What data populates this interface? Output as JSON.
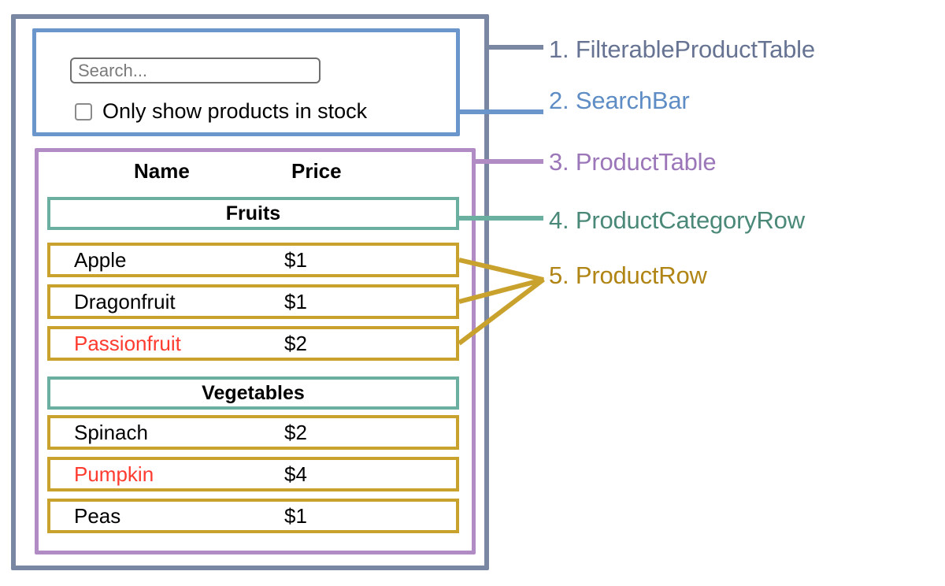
{
  "diagram": {
    "title": "React component hierarchy annotation diagram",
    "colors": {
      "filterable_product_table": "#7A87A3",
      "search_bar": "#6A96CC",
      "product_table": "#B08BC4",
      "product_category_row": "#6BAFA0",
      "product_row": "#C9A22E",
      "out_of_stock_text": "#FF3B30"
    }
  },
  "search_bar": {
    "search_placeholder": "Search...",
    "checkbox_label": "Only show products in stock",
    "checkbox_checked": false
  },
  "product_table": {
    "columns": [
      "Name",
      "Price"
    ],
    "sections": [
      {
        "category": "Fruits",
        "rows": [
          {
            "name": "Apple",
            "price": "$1",
            "in_stock": true
          },
          {
            "name": "Dragonfruit",
            "price": "$1",
            "in_stock": true
          },
          {
            "name": "Passionfruit",
            "price": "$2",
            "in_stock": false
          }
        ]
      },
      {
        "category": "Vegetables",
        "rows": [
          {
            "name": "Spinach",
            "price": "$2",
            "in_stock": true
          },
          {
            "name": "Pumpkin",
            "price": "$4",
            "in_stock": false
          },
          {
            "name": "Peas",
            "price": "$1",
            "in_stock": true
          }
        ]
      }
    ]
  },
  "legend": [
    {
      "number": "1.",
      "name": "FilterableProductTable",
      "text": "1. FilterableProductTable",
      "color": "#667392"
    },
    {
      "number": "2.",
      "name": "SearchBar",
      "text": "2. SearchBar",
      "color": "#5E8CC4"
    },
    {
      "number": "3.",
      "name": "ProductTable",
      "text": "3. ProductTable",
      "color": "#9B76B8"
    },
    {
      "number": "4.",
      "name": "ProductCategoryRow",
      "text": "4. ProductCategoryRow",
      "color": "#4A8878"
    },
    {
      "number": "5.",
      "name": "ProductRow",
      "text": "5. ProductRow",
      "color": "#B08515"
    }
  ]
}
